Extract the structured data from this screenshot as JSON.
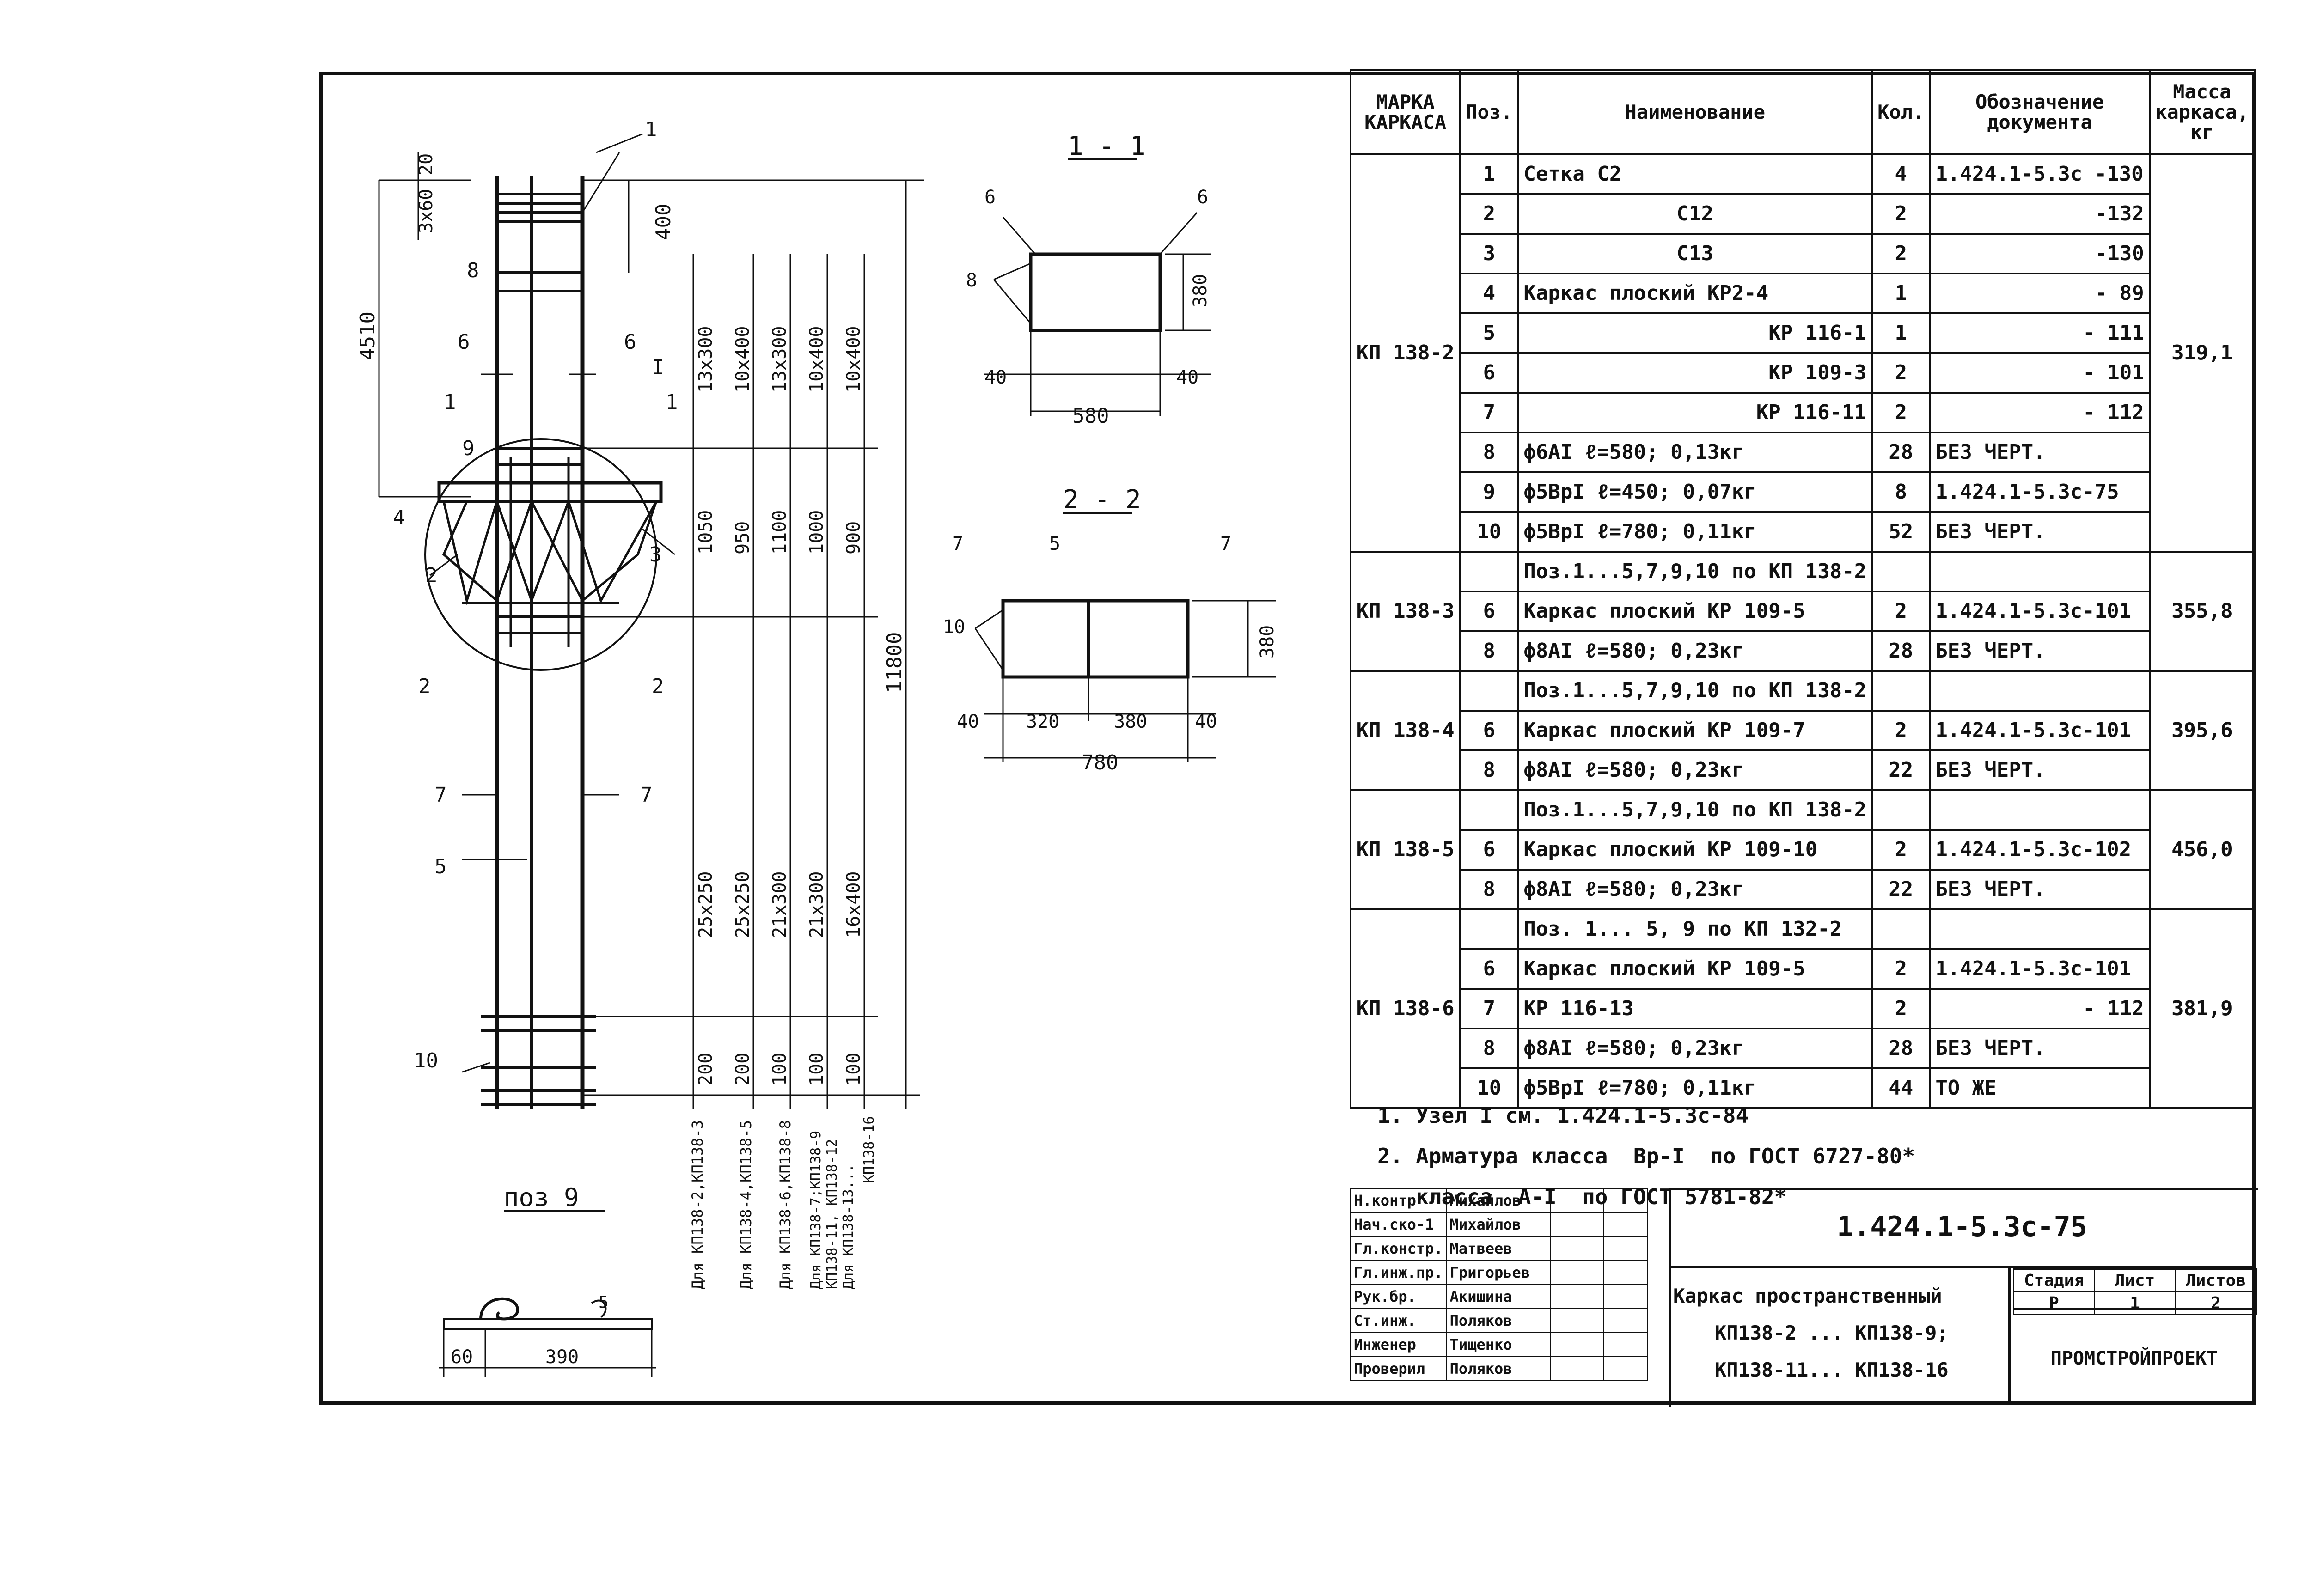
{
  "spec_table": {
    "headers": {
      "mark": "МАРКА КАРКАСА",
      "pos": "Поз.",
      "name": "Наименование",
      "qty": "Кол.",
      "doc": "Обозначение документа",
      "mass": "Масса каркаса, кг"
    },
    "groups": [
      {
        "mark": "КП 138-2",
        "mass": "319,1",
        "rows": [
          {
            "pos": "1",
            "name": "Сетка С2",
            "qty": "4",
            "doc": "1.424.1-5.3с -130"
          },
          {
            "pos": "2",
            "name": "С12",
            "qty": "2",
            "doc": "-132"
          },
          {
            "pos": "3",
            "name": "С13",
            "qty": "2",
            "doc": "-130"
          },
          {
            "pos": "4",
            "name": "Каркас плоский КР2-4",
            "qty": "1",
            "doc": "- 89"
          },
          {
            "pos": "5",
            "name": "КР 116-1",
            "qty": "1",
            "doc": "- 111"
          },
          {
            "pos": "6",
            "name": "КР 109-3",
            "qty": "2",
            "doc": "- 101"
          },
          {
            "pos": "7",
            "name": "КР 116-11",
            "qty": "2",
            "doc": "- 112"
          },
          {
            "pos": "8",
            "name": "ф6АI ℓ=580; 0,13кг",
            "qty": "28",
            "doc": "БЕЗ ЧЕРТ."
          },
          {
            "pos": "9",
            "name": "ф5ВрI ℓ=450; 0,07кг",
            "qty": "8",
            "doc": "1.424.1-5.3с-75"
          },
          {
            "pos": "10",
            "name": "ф5ВрI ℓ=780; 0,11кг",
            "qty": "52",
            "doc": "БЕЗ ЧЕРТ."
          }
        ]
      },
      {
        "mark": "КП 138-3",
        "mass": "355,8",
        "rows": [
          {
            "pos": "",
            "name": "Поз.1...5,7,9,10 по КП 138-2",
            "qty": "",
            "doc": ""
          },
          {
            "pos": "6",
            "name": "Каркас плоский КР 109-5",
            "qty": "2",
            "doc": "1.424.1-5.3с-101"
          },
          {
            "pos": "8",
            "name": "ф8АI ℓ=580; 0,23кг",
            "qty": "28",
            "doc": "БЕЗ ЧЕРТ."
          }
        ]
      },
      {
        "mark": "КП 138-4",
        "mass": "395,6",
        "rows": [
          {
            "pos": "",
            "name": "Поз.1...5,7,9,10 по КП 138-2",
            "qty": "",
            "doc": ""
          },
          {
            "pos": "6",
            "name": "Каркас плоский КР 109-7",
            "qty": "2",
            "doc": "1.424.1-5.3с-101"
          },
          {
            "pos": "8",
            "name": "ф8АI ℓ=580; 0,23кг",
            "qty": "22",
            "doc": "БЕЗ ЧЕРТ."
          }
        ]
      },
      {
        "mark": "КП 138-5",
        "mass": "456,0",
        "rows": [
          {
            "pos": "",
            "name": "Поз.1...5,7,9,10 по КП 138-2",
            "qty": "",
            "doc": ""
          },
          {
            "pos": "6",
            "name": "Каркас плоский КР 109-10",
            "qty": "2",
            "doc": "1.424.1-5.3с-102"
          },
          {
            "pos": "8",
            "name": "ф8АI ℓ=580; 0,23кг",
            "qty": "22",
            "doc": "БЕЗ ЧЕРТ."
          }
        ]
      },
      {
        "mark": "КП 138-6",
        "mass": "381,9",
        "rows": [
          {
            "pos": "",
            "name": "Поз. 1... 5, 9 по КП 132-2",
            "qty": "",
            "doc": ""
          },
          {
            "pos": "6",
            "name": "Каркас плоский КР 109-5",
            "qty": "2",
            "doc": "1.424.1-5.3с-101"
          },
          {
            "pos": "7",
            "name": "КР 116-13",
            "qty": "2",
            "doc": "- 112"
          },
          {
            "pos": "8",
            "name": "ф8АI ℓ=580; 0,23кг",
            "qty": "28",
            "doc": "БЕЗ ЧЕРТ."
          },
          {
            "pos": "10",
            "name": "ф5ВрI ℓ=780; 0,11кг",
            "qty": "44",
            "doc": "ТО ЖЕ"
          }
        ]
      }
    ]
  },
  "notes": [
    "1. Узел I см. 1.424.1-5.3с-84",
    "2. Арматура класса  Вр-I  по ГОСТ 6727-80*",
    "   класса  А-I  по ГОСТ 5781-82*"
  ],
  "title_block": {
    "signers": [
      {
        "role": "Н.контр",
        "name": "Михайлов"
      },
      {
        "role": "Нач.ско-1",
        "name": "Михайлов"
      },
      {
        "role": "Гл.констр.",
        "name": "Матвеев"
      },
      {
        "role": "Гл.инж.пр.",
        "name": "Григорьев"
      },
      {
        "role": "Рук.бр.",
        "name": "Акишина"
      },
      {
        "role": "Ст.инж.",
        "name": "Поляков"
      },
      {
        "role": "Инженер",
        "name": "Тищенко"
      },
      {
        "role": "Проверил",
        "name": "Поляков"
      }
    ],
    "doc_code": "1.424.1-5.3с-75",
    "title_lines": [
      "Каркас пространственный",
      "КП138-2 ... КП138-9;",
      "КП138-11... КП138-16"
    ],
    "stage_header": "Стадия",
    "sheet_header": "Лист",
    "sheets_header": "Листов",
    "stage": "Р",
    "sheet": "1",
    "sheets": "2",
    "org": "ПРОМСТРОЙПРОЕКТ"
  },
  "drawing": {
    "section_1": "1 - 1",
    "section_2": "2 - 2",
    "pos9_title": "поз 9",
    "dim_total_height": "11800",
    "dim_4510": "4510",
    "dim_400": "400",
    "dim_3x60": "3x60",
    "dim_20": "20",
    "callouts": [
      "1",
      "8",
      "6",
      "6",
      "I",
      "1",
      "1",
      "9",
      "4",
      "2",
      "3",
      "2",
      "2",
      "7",
      "7",
      "5",
      "10"
    ],
    "upper_spacing": [
      "13x300",
      "10x400",
      "13x300",
      "10x400",
      "10x400"
    ],
    "mid_spacing": [
      "1050",
      "950",
      "1100",
      "1000",
      "900"
    ],
    "lower_spacing": [
      "25x250",
      "25x250",
      "21x300",
      "21x300",
      "16x400"
    ],
    "bottom_spacing": [
      "200",
      "200",
      "100",
      "100",
      "100"
    ],
    "applies_to": [
      "Для КП138-2,КП138-3",
      "Для КП138-4,КП138-5",
      "Для КП138-6,КП138-8",
      "Для КП138-7;КП138-9",
      "КП138-11, КП138-12",
      "Для КП138-13...",
      "КП138-16"
    ],
    "sec1_dims": [
      "40",
      "580",
      "40",
      "380"
    ],
    "sec1_labels": [
      "6",
      "6",
      "8"
    ],
    "sec2_dims": [
      "40",
      "320",
      "380",
      "40",
      "780",
      "380"
    ],
    "sec2_labels": [
      "7",
      "5",
      "7",
      "10"
    ],
    "pos9_dims": [
      "60",
      "390",
      "5"
    ]
  }
}
